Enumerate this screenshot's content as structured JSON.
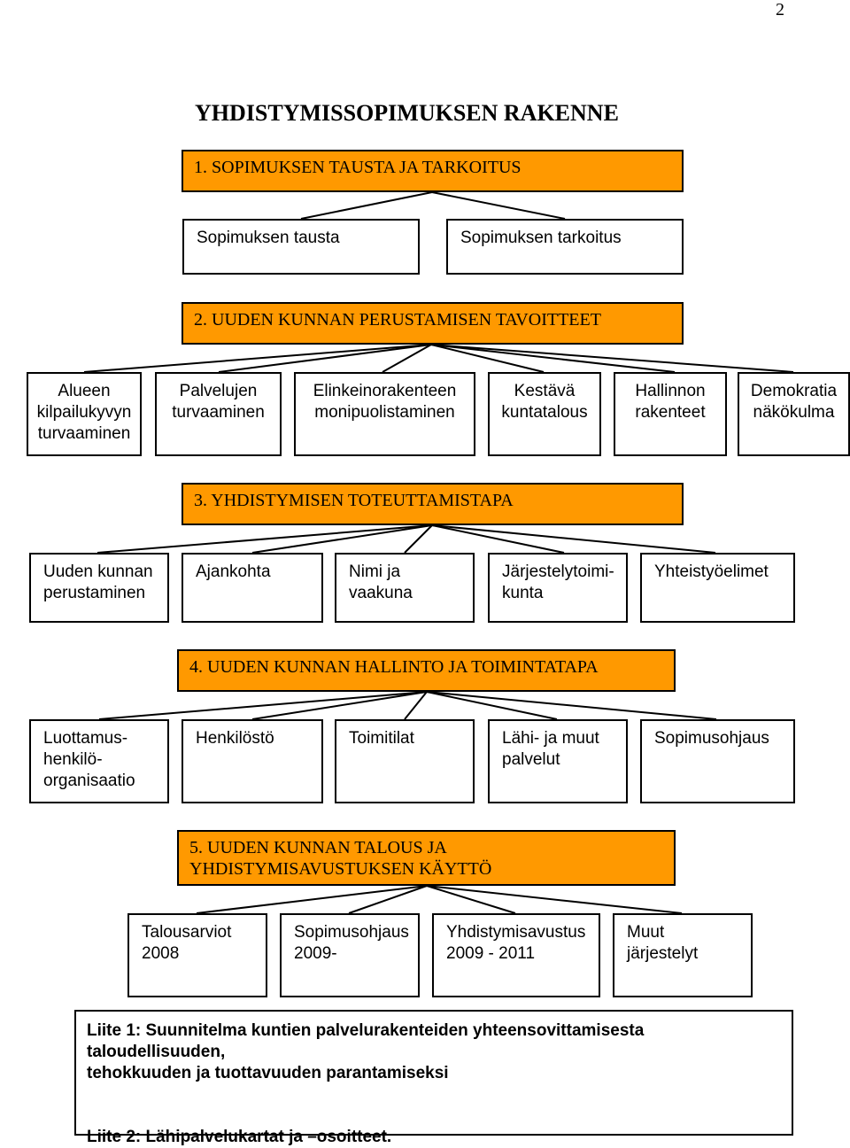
{
  "page_number": "2",
  "title": "YHDISTYMISSOPIMUKSEN RAKENNE",
  "colors": {
    "heading_fill": "#ff9900",
    "border": "#000000"
  },
  "sections": [
    {
      "heading": "1. SOPIMUKSEN TAUSTA JA TARKOITUS",
      "items": [
        "Sopimuksen tausta",
        "Sopimuksen tarkoitus"
      ]
    },
    {
      "heading": "2. UUDEN KUNNAN PERUSTAMISEN TAVOITTEET",
      "items": [
        [
          "Alueen",
          "kilpailukyvyn",
          "turvaaminen"
        ],
        [
          "Palvelujen",
          "turvaaminen"
        ],
        [
          "Elinkeinorakenteen",
          "monipuolistaminen"
        ],
        [
          "Kestävä",
          "kuntatalous"
        ],
        [
          "Hallinnon",
          "rakenteet"
        ],
        [
          "Demokratia",
          "näkökulma"
        ]
      ]
    },
    {
      "heading": "3. YHDISTYMISEN TOTEUTTAMISTAPA",
      "items": [
        [
          "Uuden kunnan",
          "perustaminen"
        ],
        [
          "Ajankohta"
        ],
        [
          "Nimi ja",
          "vaakuna"
        ],
        [
          "Järjestelytoimi-",
          "kunta"
        ],
        [
          "Yhteistyöelimet"
        ]
      ]
    },
    {
      "heading": "4. UUDEN KUNNAN HALLINTO JA TOIMINTATAPA",
      "items": [
        [
          "Luottamus-",
          "henkilö-",
          "organisaatio"
        ],
        [
          "Henkilöstö"
        ],
        [
          "Toimitilat"
        ],
        [
          "Lähi- ja muut",
          "palvelut"
        ],
        [
          "Sopimusohjaus"
        ]
      ]
    },
    {
      "heading": [
        "5. UUDEN KUNNAN TALOUS JA",
        "YHDISTYMISAVUSTUKSEN KÄYTTÖ"
      ],
      "items": [
        [
          "Talousarviot",
          "2008"
        ],
        [
          "Sopimusohjaus",
          "2009-"
        ],
        [
          "Yhdistymisavustus",
          "2009 - 2011"
        ],
        [
          "Muut",
          "järjestelyt"
        ]
      ]
    }
  ],
  "appendix": {
    "line1a": "Liite 1: Suunnitelma kuntien palvelurakenteiden yhteensovittamisesta taloudellisuuden,",
    "line1b": "tehokkuuden ja tuottavuuden parantamiseksi",
    "line2": "Liite 2: Lähipalvelukartat ja –osoitteet."
  }
}
